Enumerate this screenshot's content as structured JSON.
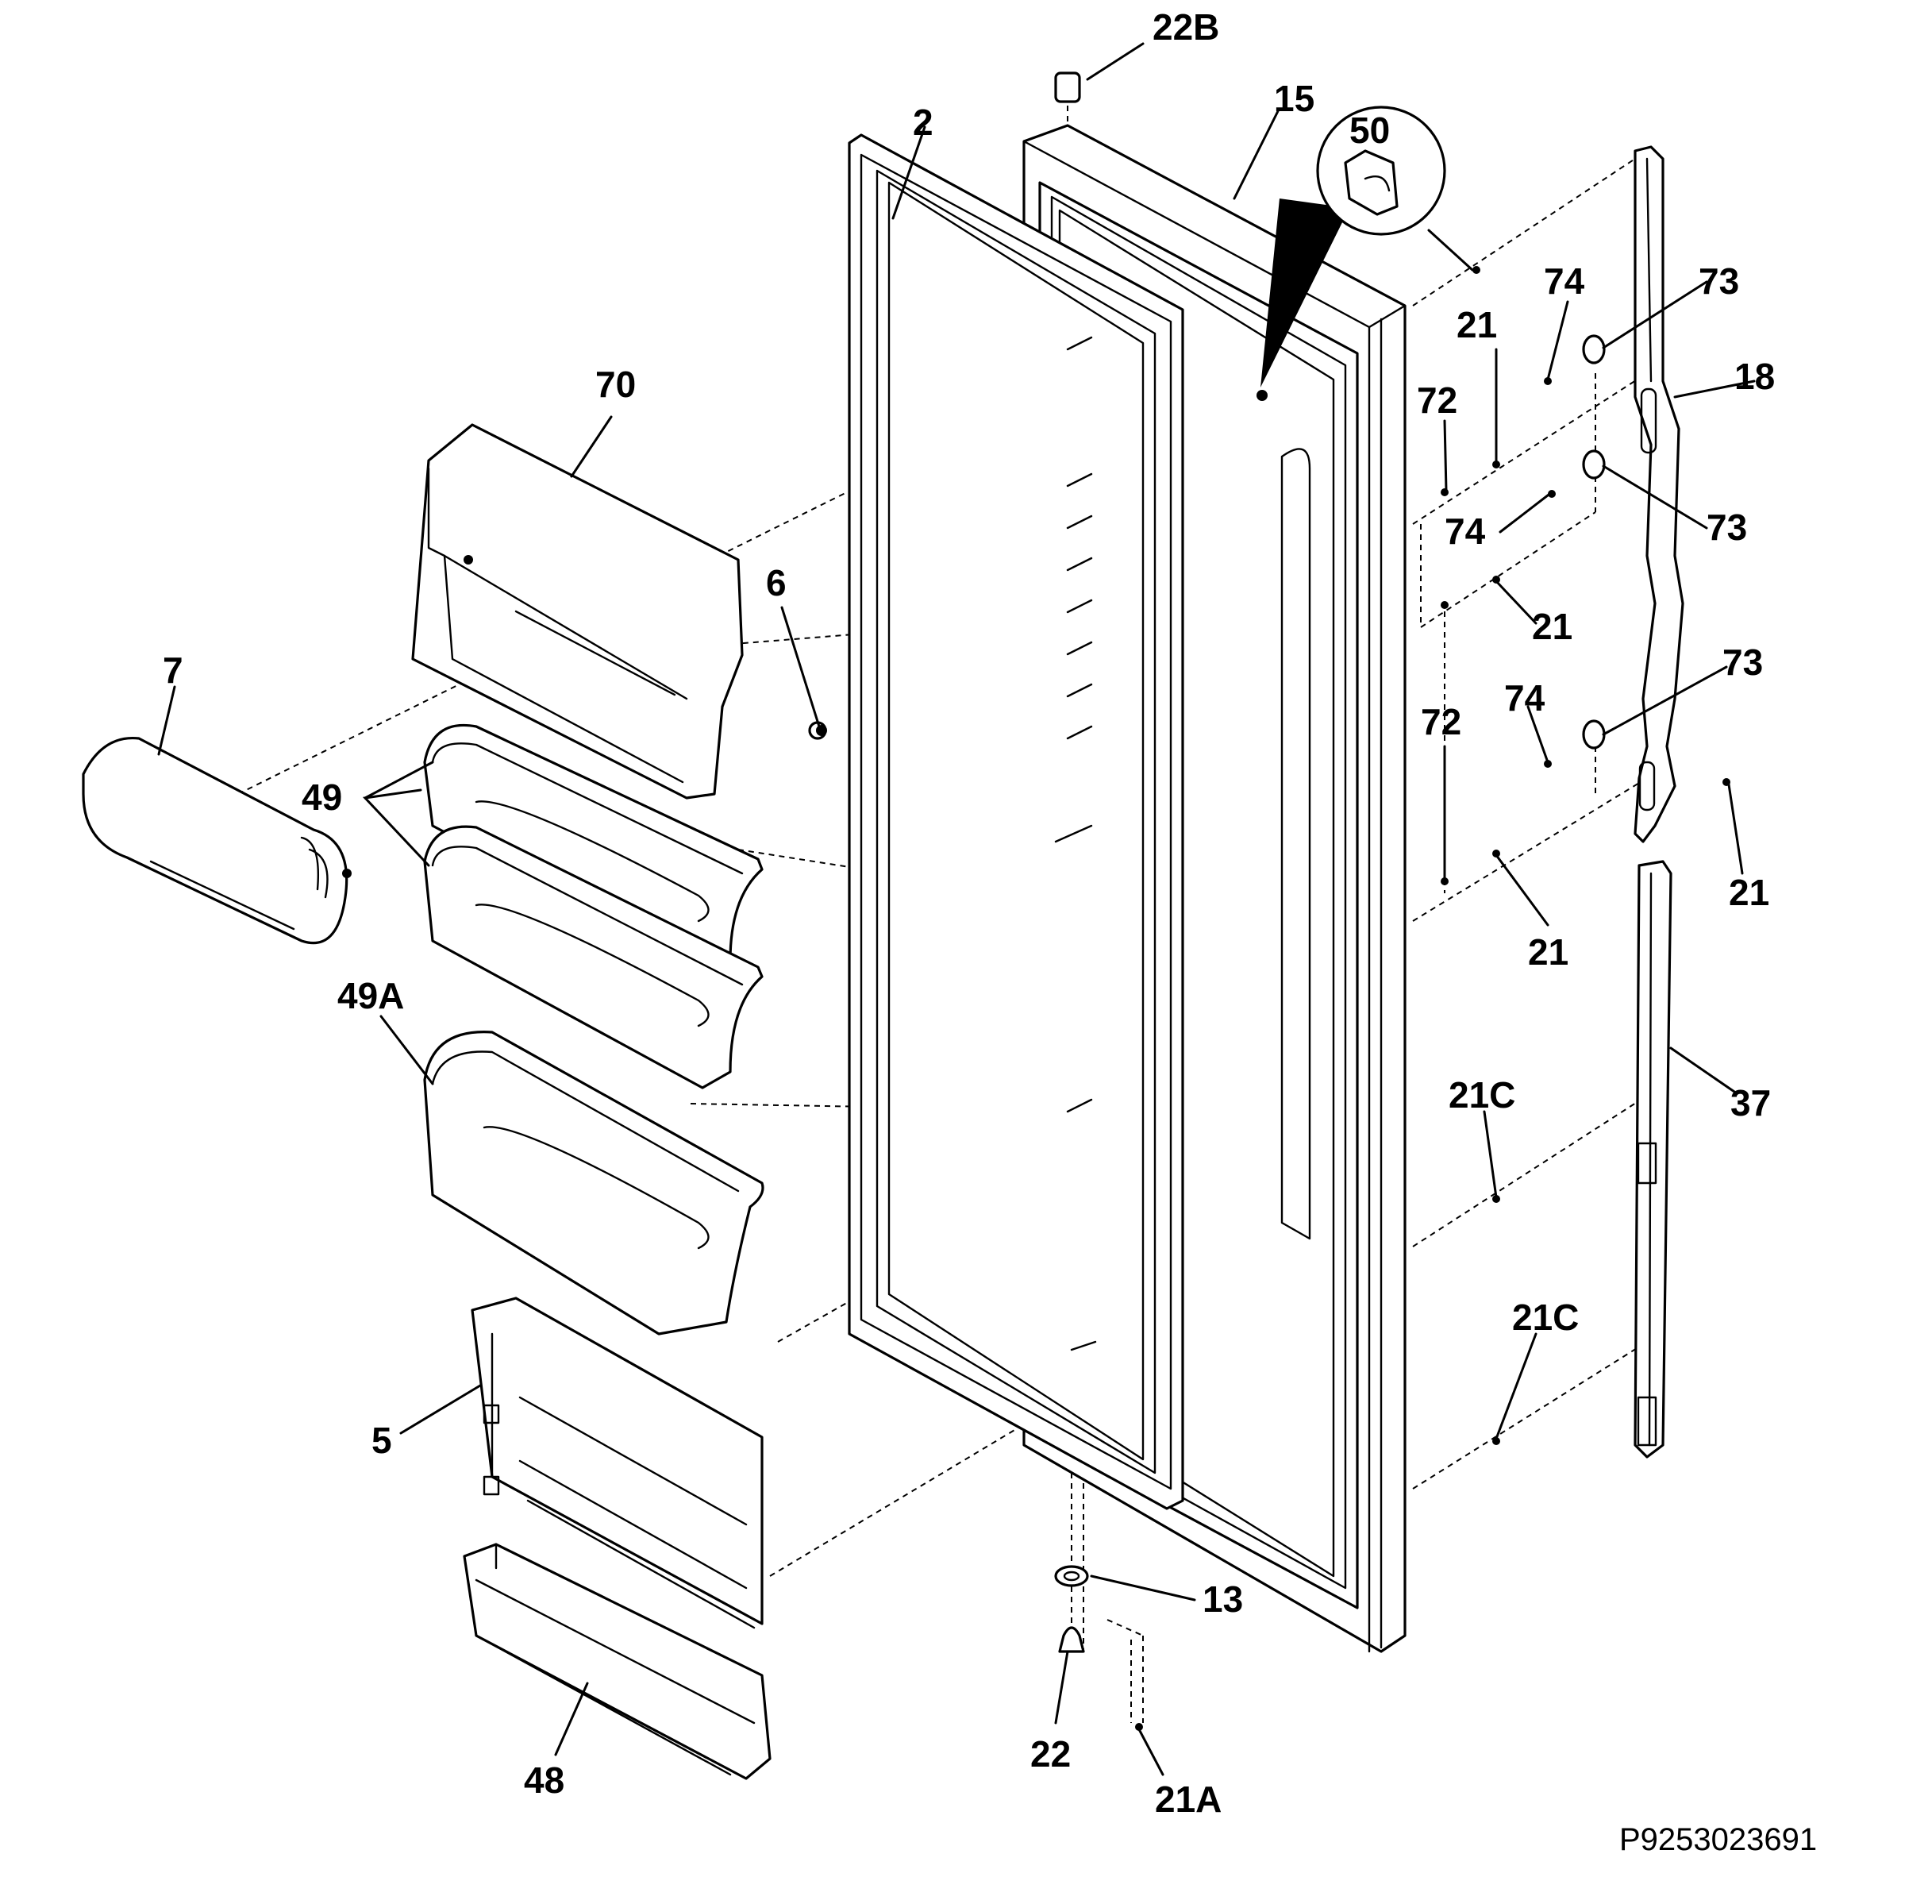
{
  "callouts": {
    "c22B": "22B",
    "c2": "2",
    "c15": "15",
    "c50": "50",
    "c70": "70",
    "c74a": "74",
    "c73a": "73",
    "c21a": "21",
    "c72a": "72",
    "c18": "18",
    "c6": "6",
    "c7": "7",
    "c49": "49",
    "c74b": "74",
    "c73b": "73",
    "c21b": "21",
    "c73c": "73",
    "c72b": "72",
    "c74c": "74",
    "c21c": "21",
    "c21d": "21",
    "c49A": "49A",
    "c21Ca": "21C",
    "c37": "37",
    "c21Cb": "21C",
    "c5": "5",
    "c13": "13",
    "c22": "22",
    "c21A": "21A",
    "c48": "48"
  },
  "drawing_code": "P9253023691"
}
